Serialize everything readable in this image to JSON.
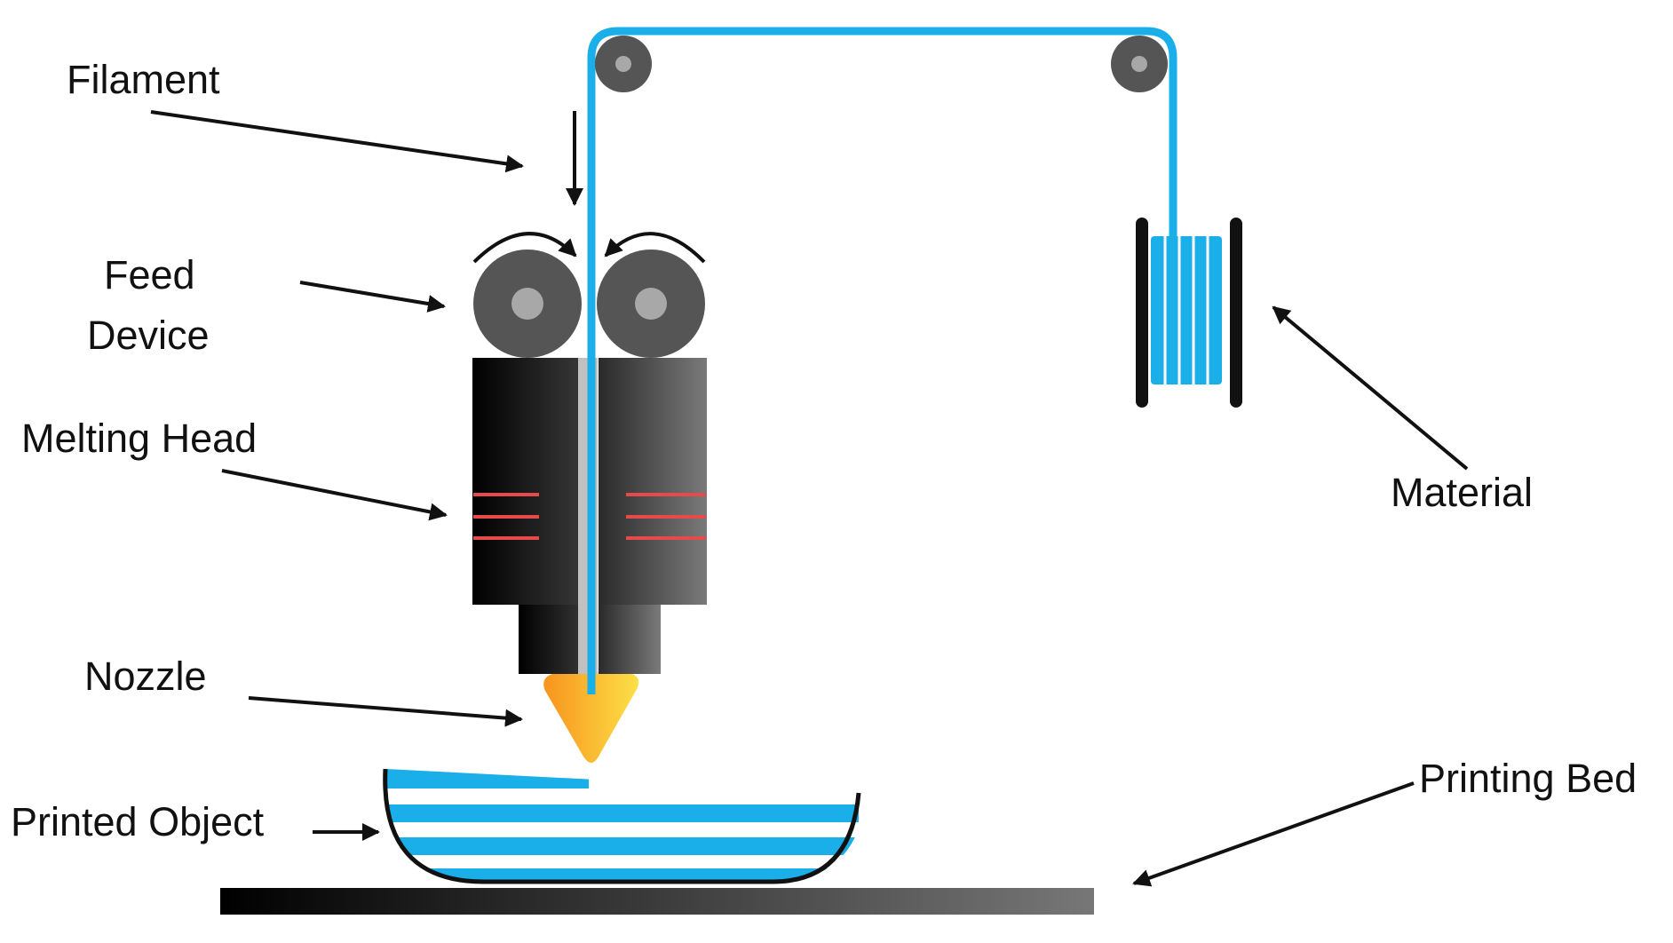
{
  "labels": {
    "filament": "Filament",
    "feed_line1": "Feed",
    "feed_line2": "Device",
    "melting_head": "Melting Head",
    "nozzle": "Nozzle",
    "printed_object": "Printed Object",
    "material": "Material",
    "printing_bed": "Printing Bed"
  },
  "colors": {
    "filament": "#1aafe8",
    "heater_lines": "#e84a4a",
    "nozzle_start": "#f7941d",
    "nozzle_end": "#fde047",
    "roller": "#555555",
    "roller_hub": "#a8a8a8",
    "arrow": "#111111"
  }
}
